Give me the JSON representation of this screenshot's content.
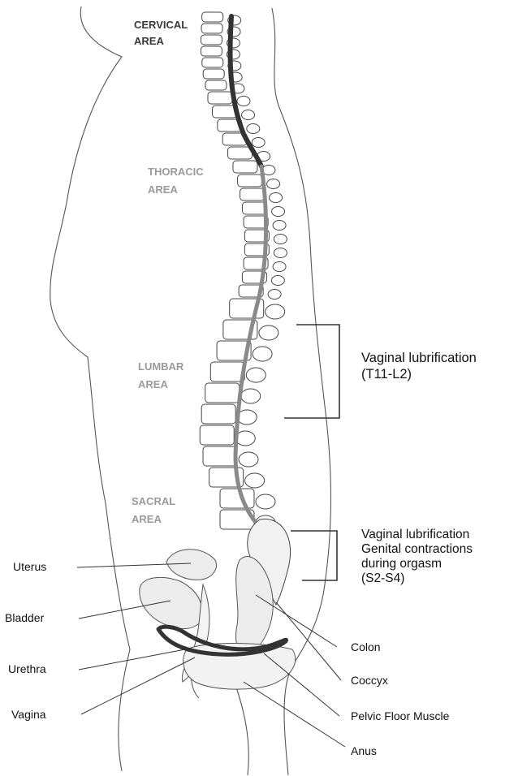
{
  "regions": {
    "cervical": {
      "line1": "CERVICAL",
      "line2": "AREA",
      "color": "#3a3a3a"
    },
    "thoracic": {
      "line1": "THORACIC",
      "line2": "AREA",
      "color": "#9a9a9a"
    },
    "lumbar": {
      "line1": "LUMBAR",
      "line2": "AREA",
      "color": "#9a9a9a"
    },
    "sacral": {
      "line1": "SACRAL",
      "line2": "AREA",
      "color": "#9a9a9a"
    }
  },
  "annotations": {
    "lubrification_upper": {
      "line1": "Vaginal lubrification",
      "line2": "(T11-L2)"
    },
    "lubrification_lower": {
      "line1": "Vaginal lubrification",
      "line2": "Genital contractions",
      "line3": "during orgasm",
      "line4": "(S2-S4)"
    }
  },
  "labels": {
    "uterus": "Uterus",
    "bladder": "Bladder",
    "urethra": "Urethra",
    "vagina": "Vagina",
    "colon": "Colon",
    "coccyx": "Coccyx",
    "pelvic_floor": "Pelvic Floor Muscle",
    "anus": "Anus"
  },
  "colors": {
    "outline": "#555555",
    "spinal_cord_upper": "#333333",
    "spinal_cord_lower": "#8a8a8a",
    "pelvic_muscle": "#333333",
    "organ_fill": "#ececec"
  }
}
